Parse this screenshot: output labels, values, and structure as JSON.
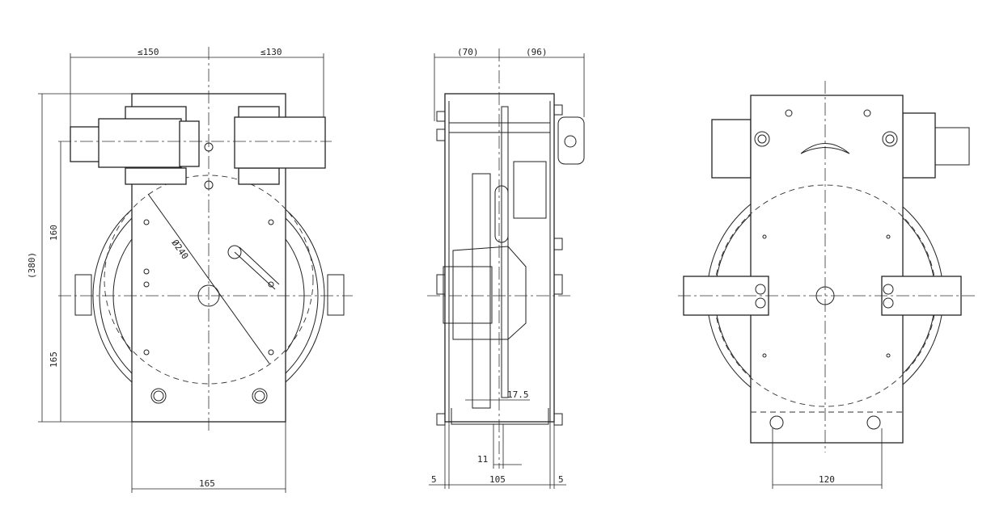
{
  "front_view": {
    "dim_left_width": "≤150",
    "dim_right_width": "≤130",
    "dim_total_height": "(380)",
    "dim_upper_height": "160",
    "dim_lower_height": "165",
    "dim_diameter": "Ø240",
    "dim_base_width": "165"
  },
  "side_view": {
    "dim_left_depth": "(70)",
    "dim_right_depth": "(96)",
    "dim_offset": "17.5",
    "dim_gap": "11",
    "dim_left_plate": "5",
    "dim_inner_width": "105",
    "dim_right_plate": "5"
  },
  "rear_view": {
    "dim_hole_spacing": "120"
  }
}
